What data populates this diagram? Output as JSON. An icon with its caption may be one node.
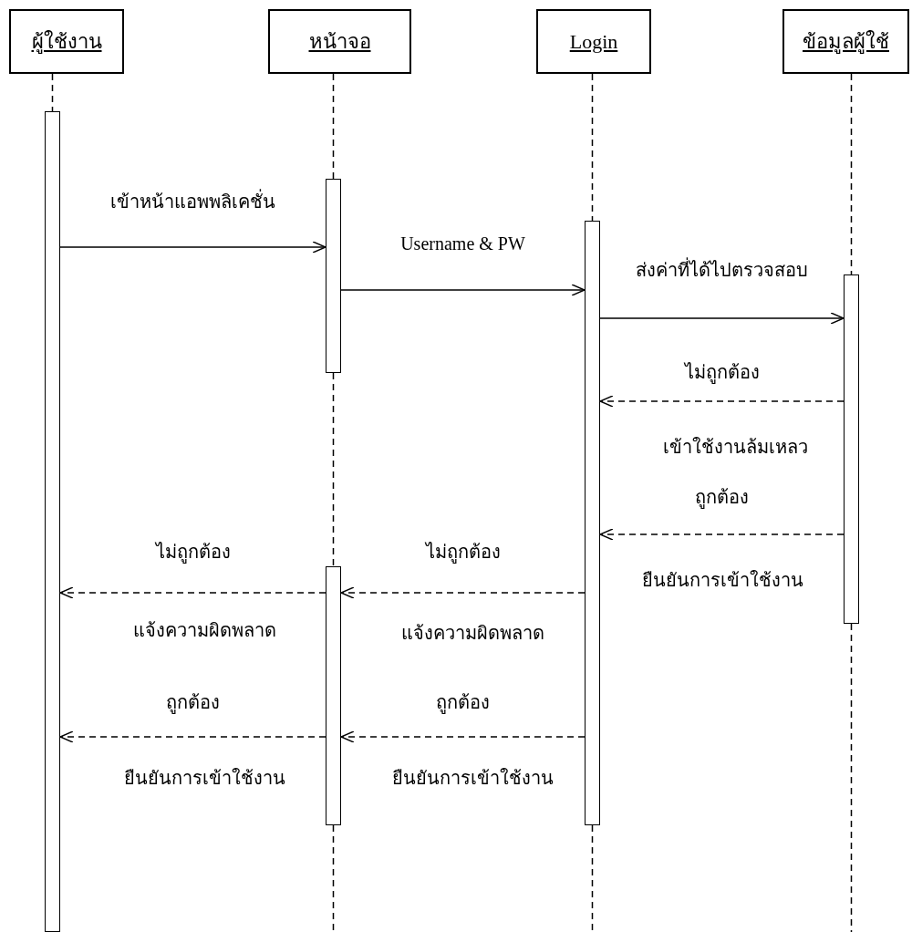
{
  "diagram": {
    "nodes": [
      {
        "text": [
          "ผู้ใช้งาน"
        ]
      },
      {
        "text": [
          "หน้าจอ"
        ]
      },
      {
        "text": [
          "Login"
        ]
      },
      {
        "text": [
          "ข้อมูลผู้ใช้"
        ]
      },
      {
        "text": [],
        "shape": "bar"
      },
      {
        "text": [],
        "shape": "bar"
      },
      {
        "text": [],
        "shape": "bar"
      },
      {
        "text": [],
        "shape": "bar"
      },
      {
        "text": [],
        "shape": "bar"
      }
    ],
    "edges": [
      {
        "from": 4,
        "to": 5,
        "arrow": "to",
        "label": "เข้าหน้าแอพพลิเคชั่น"
      },
      {
        "from": 5,
        "to": 6,
        "arrow": "to",
        "label": "Username & PW"
      },
      {
        "from": 6,
        "to": 7,
        "arrow": "to",
        "label": "ส่งค่าที่ได้ไปตรวจสอบ"
      },
      {
        "from": 7,
        "to": 6,
        "arrow": "to",
        "style": "dashed",
        "label": "ไม่ถูกต้อง"
      },
      {
        "from": 7,
        "to": 6,
        "arrow": "to",
        "style": "dashed",
        "label": "ถูกต้อง"
      },
      {
        "from": 6,
        "to": 8,
        "arrow": "to",
        "style": "dashed",
        "label": "ไม่ถูกต้อง"
      },
      {
        "from": 8,
        "to": 4,
        "arrow": "to",
        "style": "dashed",
        "label": "ไม่ถูกต้อง"
      },
      {
        "from": 6,
        "to": 8,
        "arrow": "to",
        "style": "dashed",
        "label": "ถูกต้อง"
      },
      {
        "from": 8,
        "to": 4,
        "arrow": "to",
        "style": "dashed",
        "label": "ถูกต้อง"
      },
      {
        "from": 0,
        "to": 4,
        "arrow": "none",
        "style": "dashed"
      },
      {
        "from": 1,
        "to": 5,
        "arrow": "none",
        "style": "dashed"
      },
      {
        "from": 5,
        "to": 8,
        "arrow": "none",
        "style": "dashed"
      },
      {
        "from": 8,
        "to": null,
        "arrow": "none",
        "style": "dashed"
      },
      {
        "from": 2,
        "to": 6,
        "arrow": "none",
        "style": "dashed"
      },
      {
        "from": 6,
        "to": null,
        "arrow": "none",
        "style": "dashed"
      },
      {
        "from": 3,
        "to": 7,
        "arrow": "none",
        "style": "dashed"
      },
      {
        "from": 7,
        "to": null,
        "arrow": "none",
        "style": "dashed"
      }
    ],
    "labels": [
      "เข้าใช้งานล้มเหลว",
      "ยืนยันการเข้าใช้งาน",
      "แจ้งความผิดพลาด",
      "แจ้งความผิดพลาด",
      "ยืนยันการเข้าใช้งาน",
      "ยืนยันการเข้าใช้งาน"
    ]
  }
}
